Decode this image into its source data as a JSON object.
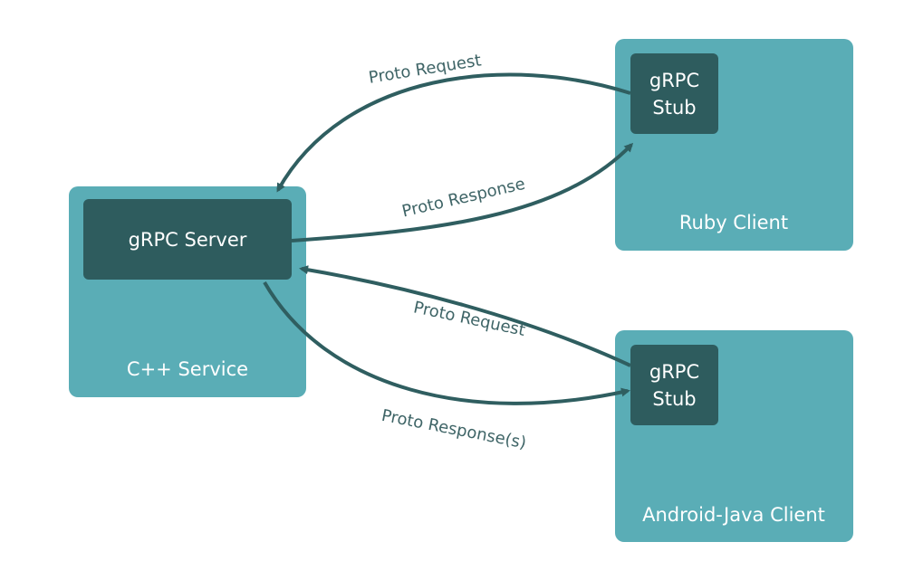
{
  "nodes": {
    "cpp_service": {
      "label": "C++ Service",
      "inner_label": "gRPC Server"
    },
    "ruby_client": {
      "label": "Ruby Client",
      "inner_label": "gRPC\nStub"
    },
    "android_client": {
      "label": "Android-Java Client",
      "inner_label": "gRPC\nStub"
    }
  },
  "edges": {
    "ruby_request": "Proto Request",
    "ruby_response": "Proto Response",
    "android_request": "Proto Request",
    "android_response": "Proto Response(s)"
  },
  "colors": {
    "container": "#5aadb6",
    "inner_box": "#2e5c5e",
    "arrow": "#2f5e60",
    "edge_text": "#3e6466",
    "box_text": "#ffffff"
  }
}
